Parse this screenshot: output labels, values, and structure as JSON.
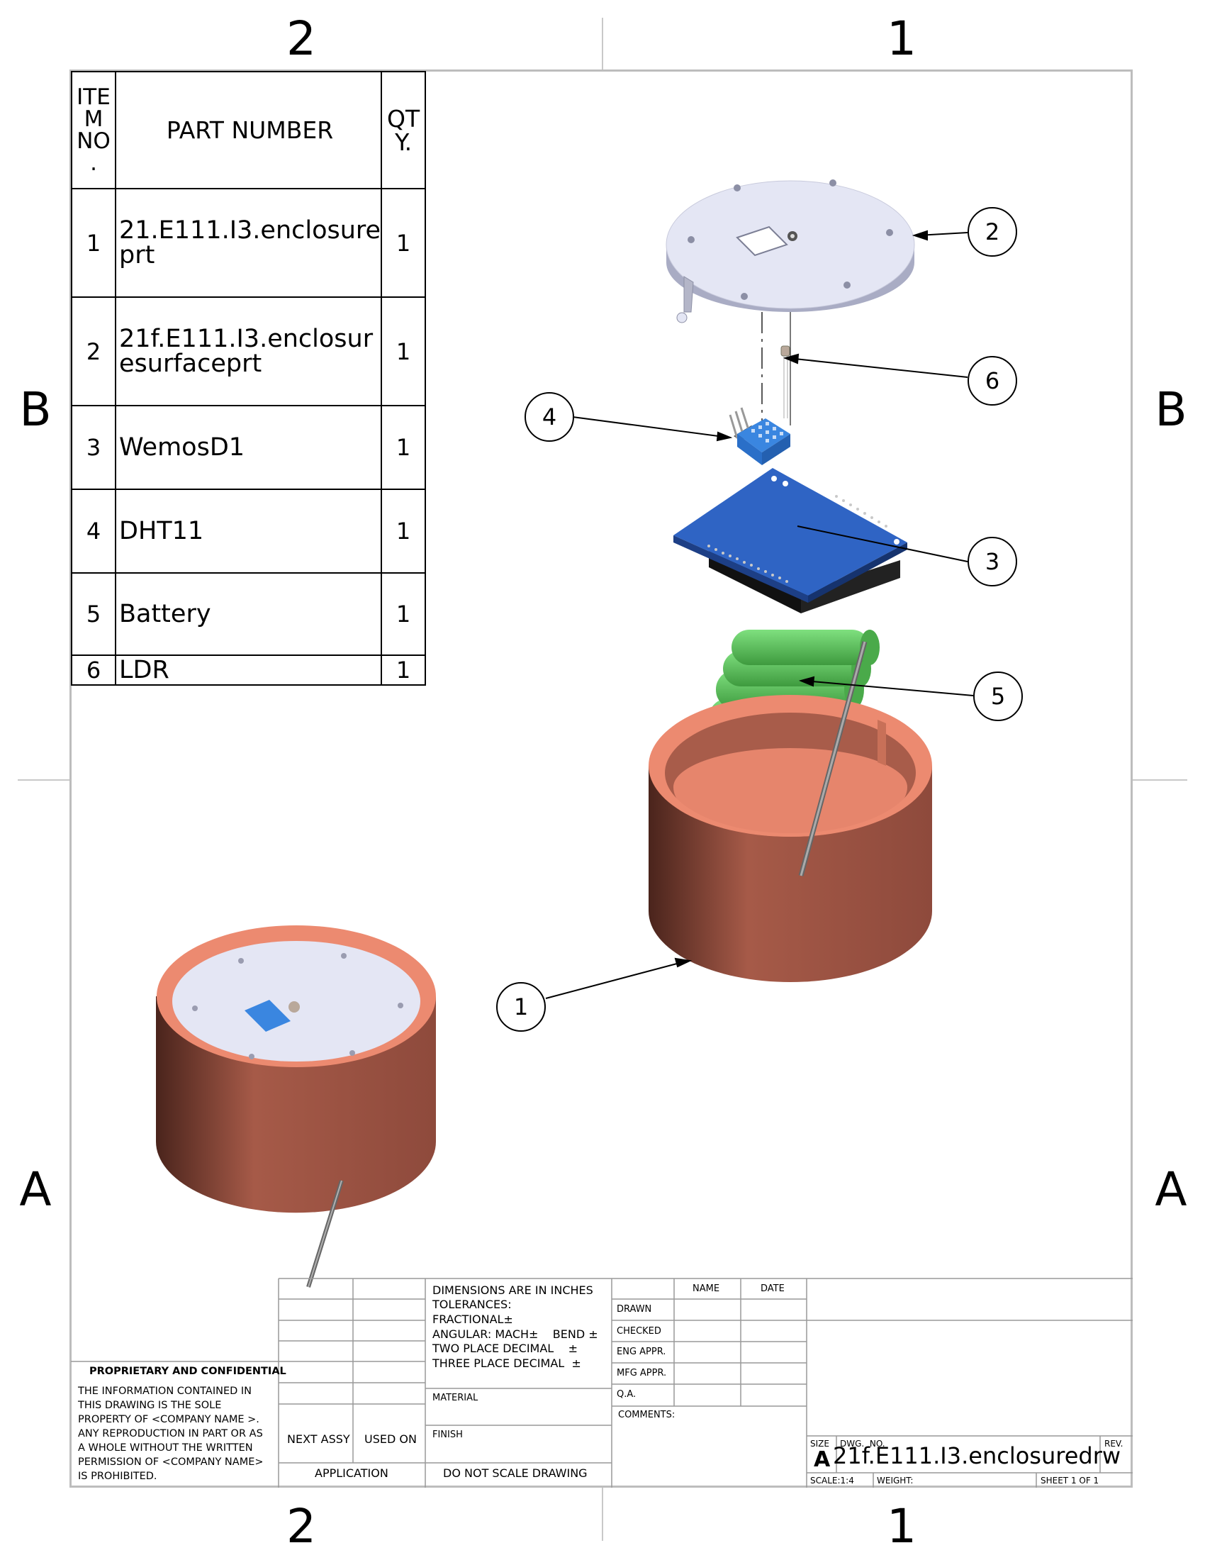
{
  "zones": {
    "top": [
      "2",
      "1"
    ],
    "side": [
      "B",
      "A"
    ]
  },
  "bom": {
    "headers": {
      "item_no": "ITE\nM\nNO\n.",
      "part_number": "PART NUMBER",
      "qty": "QT\nY."
    },
    "rows": [
      {
        "no": "1",
        "part": "21.E111.I3.enclosure\nprt",
        "qty": "1"
      },
      {
        "no": "2",
        "part": "21f.E111.I3.enclosur\nesurfaceprt",
        "qty": "1"
      },
      {
        "no": "3",
        "part": "WemosD1",
        "qty": "1"
      },
      {
        "no": "4",
        "part": "DHT11",
        "qty": "1"
      },
      {
        "no": "5",
        "part": "Battery",
        "qty": "1"
      },
      {
        "no": "6",
        "part": "LDR",
        "qty": "1"
      }
    ]
  },
  "balloons": [
    "2",
    "6",
    "4",
    "3",
    "5",
    "1"
  ],
  "colors": {
    "enclosure": "#a65a48",
    "enclosure_rim": "#ec8a70",
    "lid": "#e4e6f4",
    "board": "#2f64c4",
    "sensor": "#3a86e0",
    "battery": "#6ccc6c",
    "border": "#bdbdbd"
  },
  "title_block": {
    "proprietary_heading": "PROPRIETARY AND CONFIDENTIAL",
    "proprietary_text": "THE INFORMATION CONTAINED IN\nTHIS DRAWING IS THE SOLE\nPROPERTY OF <COMPANY NAME >.\nANY REPRODUCTION IN PART OR AS\nA WHOLE WITHOUT THE WRITTEN\nPERMISSION OF <COMPANY NAME>\nIS PROHIBITED.",
    "next_assy": "NEXT ASSY",
    "used_on": "USED ON",
    "application": "APPLICATION",
    "dimensions": "DIMENSIONS ARE IN INCHES",
    "tolerances": "TOLERANCES:",
    "fractional": "FRACTIONAL±",
    "angular": "ANGULAR: MACH±    BEND ±",
    "two_place": "TWO PLACE DECIMAL    ±",
    "three_place": "THREE PLACE DECIMAL  ±",
    "material": "MATERIAL",
    "finish": "FINISH",
    "do_not_scale": "DO  NOT  SCALE  DRAWING",
    "name": "NAME",
    "date": "DATE",
    "drawn": "DRAWN",
    "checked": "CHECKED",
    "eng_appr": "ENG APPR.",
    "mfg_appr": "MFG APPR.",
    "qa": "Q.A.",
    "comments": "COMMENTS:",
    "size_label": "SIZE",
    "size_value": "A",
    "dwg_no_label": "DWG.  NO.",
    "dwg_no": "21f.E111.I3.enclosuredrw",
    "rev": "REV.",
    "scale": "SCALE:1:4",
    "weight": "WEIGHT:",
    "sheet": "SHEET 1 OF 1"
  }
}
